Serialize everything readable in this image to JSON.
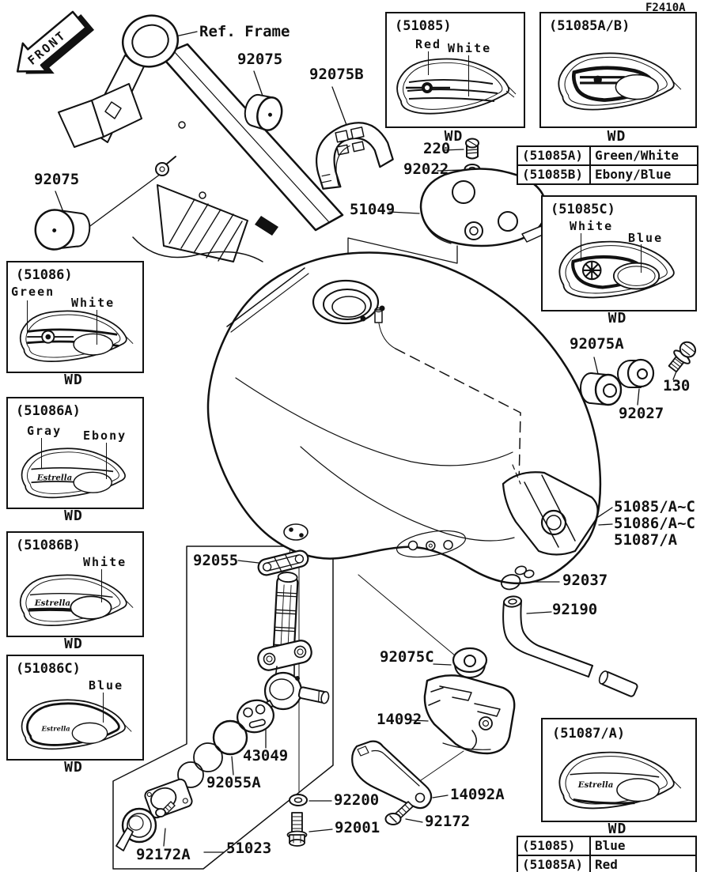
{
  "page": {
    "code": "F2410A",
    "front": "FRONT",
    "wd": "WD"
  },
  "callouts": {
    "ref_frame": "Ref. Frame",
    "p92075": "92075",
    "p92075b": "92075B",
    "p220": "220",
    "p92022": "92022",
    "p51049": "51049",
    "p92075a": "92075A",
    "p130": "130",
    "p92027": "92027",
    "p51085ac": "51085/A~C",
    "p51086ac": "51086/A~C",
    "p51087a": "51087/A",
    "p92037": "92037",
    "p92190": "92190",
    "p92055": "92055",
    "p92075c": "92075C",
    "p14092": "14092",
    "p14092a": "14092A",
    "p92172": "92172",
    "p43049": "43049",
    "p92055a": "92055A",
    "p92200": "92200",
    "p92001": "92001",
    "p92172a": "92172A",
    "p51023": "51023"
  },
  "insets": {
    "emblem_text": "Estrella",
    "b51085": {
      "title": "(51085)",
      "labels": {
        "red": "Red",
        "white": "White"
      }
    },
    "b51085ab": {
      "title": "(51085A/B)"
    },
    "b51085c": {
      "title": "(51085C)",
      "labels": {
        "white": "White",
        "blue": "Blue"
      }
    },
    "b51086": {
      "title": "(51086)",
      "labels": {
        "green": "Green",
        "white": "White"
      }
    },
    "b51086a": {
      "title": "(51086A)",
      "labels": {
        "gray": "Gray",
        "ebony": "Ebony"
      }
    },
    "b51086b": {
      "title": "(51086B)",
      "labels": {
        "white": "White"
      }
    },
    "b51086c": {
      "title": "(51086C)",
      "labels": {
        "blue": "Blue"
      }
    },
    "b51087a": {
      "title": "(51087/A)"
    }
  },
  "tables": {
    "top": {
      "rows": [
        {
          "code": "(51085A)",
          "color": "Green/White"
        },
        {
          "code": "(51085B)",
          "color": "Ebony/Blue"
        }
      ]
    },
    "bottom": {
      "rows": [
        {
          "code": "(51085)",
          "color": "Blue"
        },
        {
          "code": "(51085A)",
          "color": "Red"
        }
      ]
    }
  }
}
